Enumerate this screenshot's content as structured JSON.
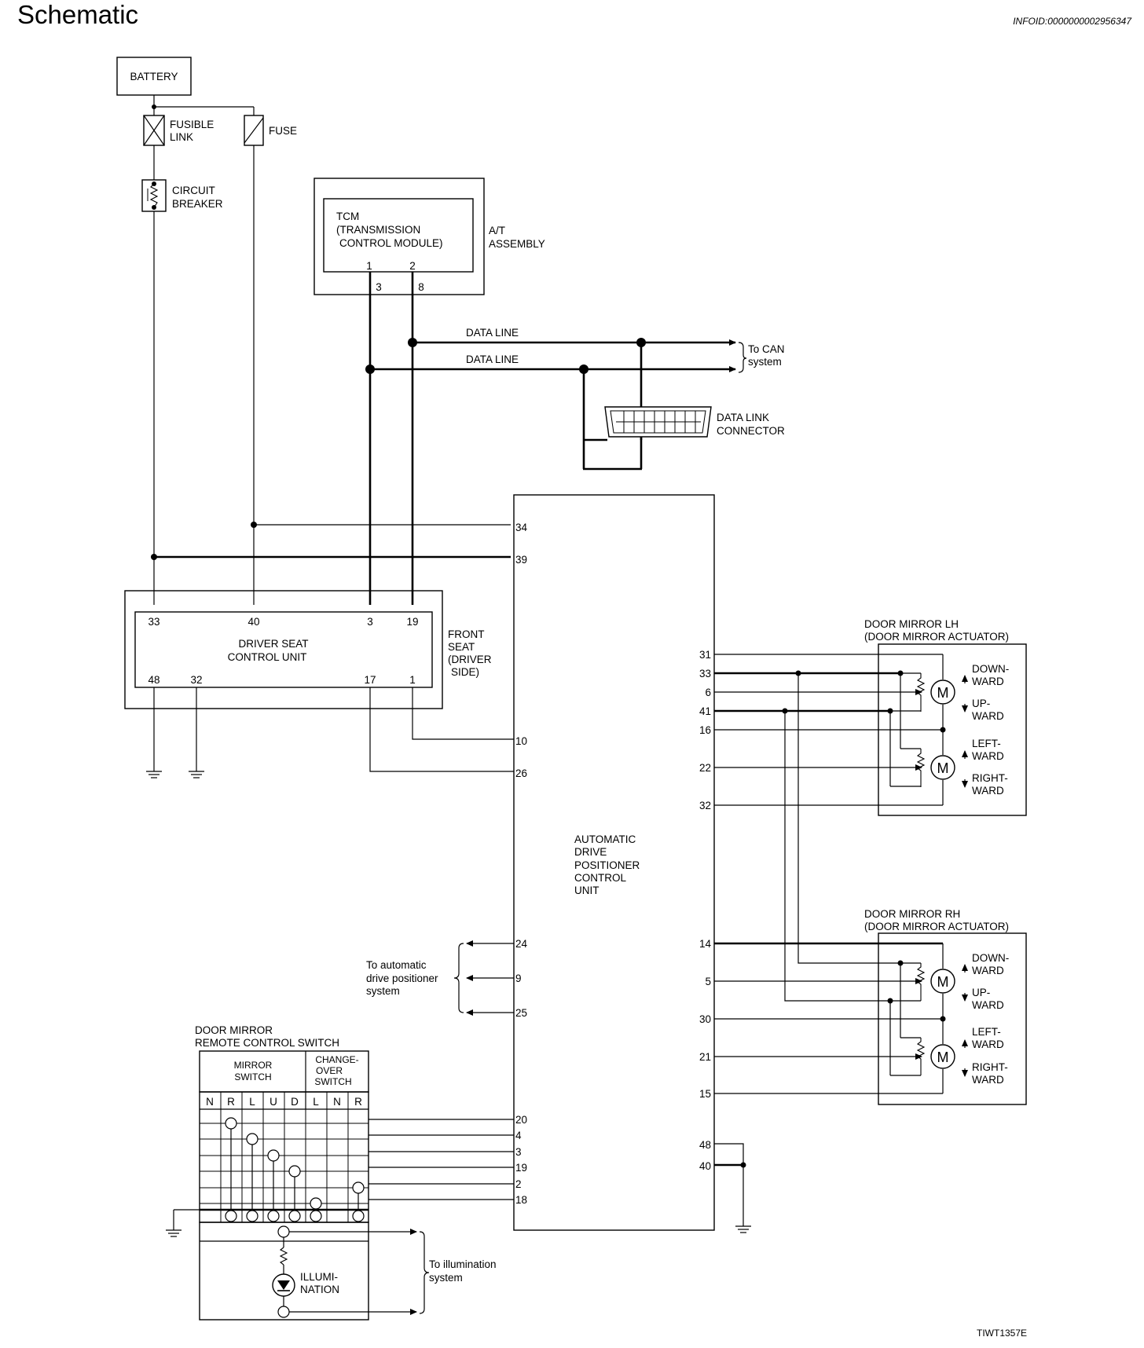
{
  "header": {
    "title": "Schematic",
    "info_id": "INFOID:0000000002956347"
  },
  "footer": {
    "figure_code": "TIWT1357E"
  },
  "power": {
    "battery": "BATTERY",
    "fusible_link": [
      "FUSIBLE",
      "LINK"
    ],
    "fuse": "FUSE",
    "circuit_breaker": [
      "CIRCUIT",
      "BREAKER"
    ]
  },
  "tcm": {
    "box_lines": [
      "TCM",
      "(TRANSMISSION",
      "CONTROL MODULE)"
    ],
    "assembly_lines": [
      "A/T",
      "ASSEMBLY"
    ],
    "pins_top": [
      "1",
      "2"
    ],
    "pins_bottom": [
      "3",
      "8"
    ]
  },
  "can": {
    "line_label": "DATA LINE",
    "destination_lines": [
      "To CAN",
      "system"
    ],
    "dlc_lines": [
      "DATA LINK",
      "CONNECTOR"
    ]
  },
  "driver_seat": {
    "unit_lines": [
      "DRIVER SEAT",
      "CONTROL UNIT"
    ],
    "side_lines": [
      "FRONT",
      "SEAT",
      "(DRIVER",
      "SIDE)"
    ],
    "pins_top": [
      "33",
      "40",
      "3",
      "19"
    ],
    "pins_bottom": [
      "48",
      "32",
      "17",
      "1"
    ]
  },
  "adp_unit": {
    "name_lines": [
      "AUTOMATIC",
      "DRIVE",
      "POSITIONER",
      "CONTROL",
      "UNIT"
    ],
    "left_pins": [
      "34",
      "39",
      "10",
      "26",
      "24",
      "9",
      "25",
      "20",
      "4",
      "3",
      "19",
      "2",
      "18"
    ],
    "right_pins_lh": [
      "31",
      "33",
      "6",
      "41",
      "16",
      "22",
      "32"
    ],
    "right_pins_rh": [
      "14",
      "5",
      "30",
      "21",
      "15"
    ],
    "right_pins_ground": [
      "48",
      "40"
    ]
  },
  "positioner": {
    "lines": [
      "To automatic",
      "drive positioner",
      "system"
    ]
  },
  "mirror_lh": {
    "title_lines": [
      "DOOR MIRROR LH",
      "(DOOR MIRROR ACTUATOR)"
    ],
    "labels": [
      "DOWN-",
      "WARD",
      "UP-",
      "WARD",
      "LEFT-",
      "WARD",
      "RIGHT-",
      "WARD"
    ],
    "motor": "M"
  },
  "mirror_rh": {
    "title_lines": [
      "DOOR MIRROR RH",
      "(DOOR MIRROR ACTUATOR)"
    ],
    "labels": [
      "DOWN-",
      "WARD",
      "UP-",
      "WARD",
      "LEFT-",
      "WARD",
      "RIGHT-",
      "WARD"
    ],
    "motor": "M"
  },
  "remote_switch": {
    "title_lines": [
      "DOOR MIRROR",
      "REMOTE CONTROL SWITCH"
    ],
    "mirror_switch_lines": [
      "MIRROR",
      "SWITCH"
    ],
    "changeover_lines": [
      "CHANGE-",
      "OVER",
      "SWITCH"
    ],
    "columns": [
      "N",
      "R",
      "L",
      "U",
      "D",
      "L",
      "N",
      "R"
    ]
  },
  "illumination": {
    "label_lines": [
      "ILLUMI-",
      "NATION"
    ],
    "destination_lines": [
      "To illumination",
      "system"
    ]
  }
}
